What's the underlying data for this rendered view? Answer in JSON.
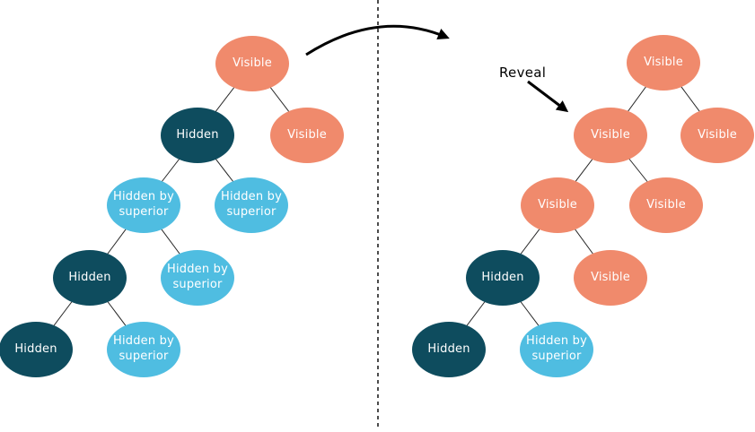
{
  "colors": {
    "visible": "#F08A6C",
    "hidden": "#0E4C5E",
    "hidden_by_superior": "#4FBDE1",
    "node_text": "#FFFFFF",
    "edge": "#262626",
    "arrow": "#000000",
    "background": "#FFFFFF"
  },
  "annotation": {
    "reveal": "Reveal"
  },
  "trees": {
    "before": {
      "name": "before-reveal",
      "nodes": [
        {
          "label": "Visible",
          "state": "visible"
        },
        {
          "label": "Hidden",
          "state": "hidden"
        },
        {
          "label": "Visible",
          "state": "visible"
        },
        {
          "label": "Hidden by superior",
          "state": "hidden-by-superior"
        },
        {
          "label": "Hidden by superior",
          "state": "hidden-by-superior"
        },
        {
          "label": "Hidden",
          "state": "hidden"
        },
        {
          "label": "Hidden by superior",
          "state": "hidden-by-superior"
        },
        {
          "label": "Hidden",
          "state": "hidden"
        },
        {
          "label": "Hidden by superior",
          "state": "hidden-by-superior"
        }
      ],
      "edges": [
        [
          0,
          1
        ],
        [
          0,
          2
        ],
        [
          1,
          3
        ],
        [
          1,
          4
        ],
        [
          3,
          5
        ],
        [
          3,
          6
        ],
        [
          5,
          7
        ],
        [
          5,
          8
        ]
      ]
    },
    "after": {
      "name": "after-reveal",
      "nodes": [
        {
          "label": "Visible",
          "state": "visible"
        },
        {
          "label": "Visible",
          "state": "visible"
        },
        {
          "label": "Visible",
          "state": "visible"
        },
        {
          "label": "Visible",
          "state": "visible"
        },
        {
          "label": "Visible",
          "state": "visible"
        },
        {
          "label": "Hidden",
          "state": "hidden"
        },
        {
          "label": "Visible",
          "state": "visible"
        },
        {
          "label": "Hidden",
          "state": "hidden"
        },
        {
          "label": "Hidden by superior",
          "state": "hidden-by-superior"
        }
      ],
      "edges": [
        [
          0,
          1
        ],
        [
          0,
          2
        ],
        [
          1,
          3
        ],
        [
          1,
          4
        ],
        [
          3,
          5
        ],
        [
          3,
          6
        ],
        [
          5,
          7
        ],
        [
          5,
          8
        ]
      ]
    }
  }
}
